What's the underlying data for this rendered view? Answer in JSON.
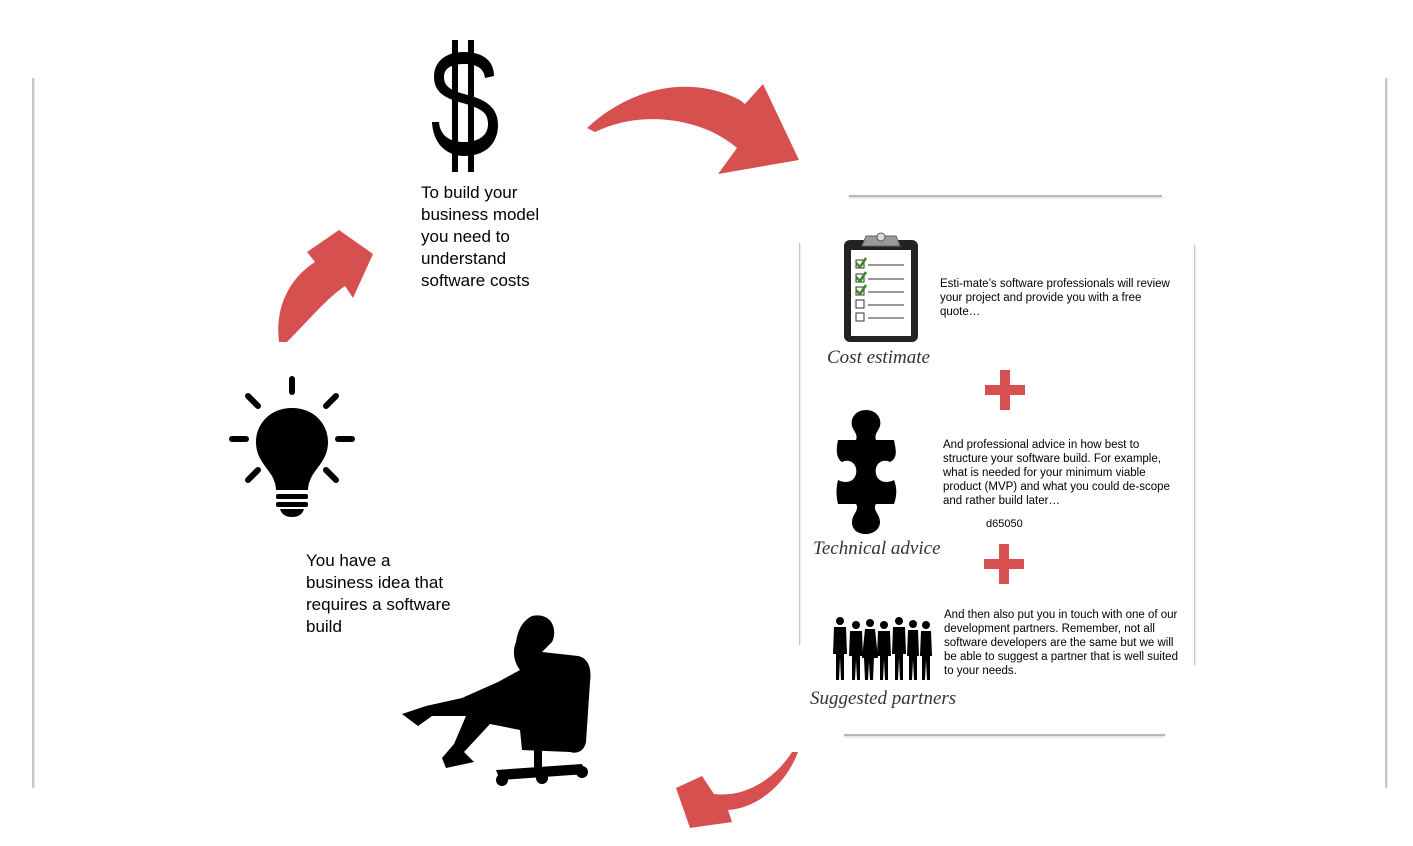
{
  "colors": {
    "arrow": "#d65050",
    "plus": "#d65050",
    "silhouette": "#000000"
  },
  "icons": [
    "dollar-icon",
    "lightbulb-icon",
    "businessman-chair-icon",
    "clipboard-checklist-icon",
    "puzzle-piece-icon",
    "people-group-icon",
    "curved-arrow-icon",
    "plus-icon"
  ],
  "cost_text": "To build your business model you need to understand software costs",
  "idea_text": "You have a business idea that requires a software build",
  "panel": {
    "items": [
      {
        "caption": "Cost estimate",
        "text": "Esti-mate’s software professionals will review your project and provide you with a free quote…"
      },
      {
        "caption": "Technical advice",
        "text": "And professional advice in how best to structure your software build.  For example, what is needed for your minimum viable product (MVP) and what you could de-scope and rather build later…"
      },
      {
        "caption": "Suggested partners",
        "text": "And then also put you in touch with one of our development partners.  Remember, not all software developers are the same but we will be able to suggest a partner that is well suited to your needs."
      }
    ],
    "color_code": "d65050"
  }
}
